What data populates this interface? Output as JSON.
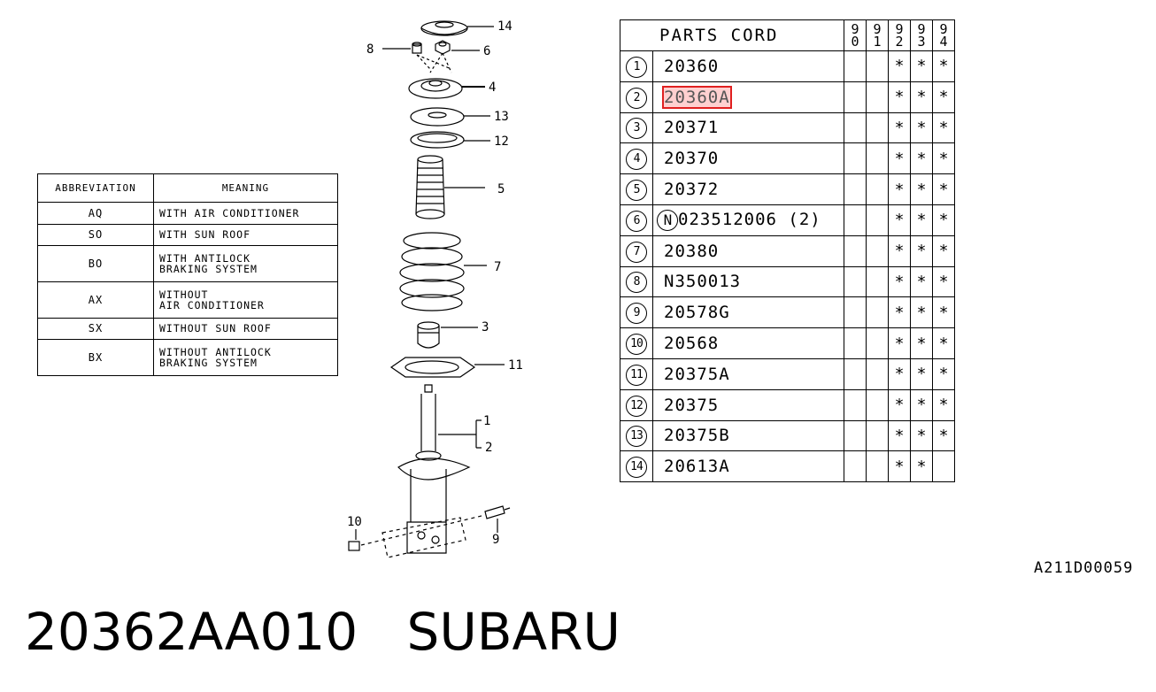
{
  "abbreviation_table": {
    "headers": [
      "ABBREVIATION",
      "MEANING"
    ],
    "rows": [
      {
        "code": "AQ",
        "meaning": "WITH AIR CONDITIONER"
      },
      {
        "code": "SO",
        "meaning": "WITH SUN ROOF"
      },
      {
        "code": "BO",
        "meaning": "WITH ANTILOCK\nBRAKING SYSTEM"
      },
      {
        "code": "AX",
        "meaning": "WITHOUT\nAIR CONDITIONER"
      },
      {
        "code": "SX",
        "meaning": "WITHOUT SUN ROOF"
      },
      {
        "code": "BX",
        "meaning": "WITHOUT ANTILOCK\nBRAKING SYSTEM"
      }
    ]
  },
  "parts_table": {
    "title": "PARTS CORD",
    "years": [
      "90",
      "91",
      "92",
      "93",
      "94"
    ],
    "rows": [
      {
        "no": "1",
        "code": "20360",
        "marks": [
          "",
          "",
          "*",
          "*",
          "*"
        ]
      },
      {
        "no": "2",
        "code": "20360A",
        "marks": [
          "",
          "",
          "*",
          "*",
          "*"
        ],
        "highlighted": true
      },
      {
        "no": "3",
        "code": "20371",
        "marks": [
          "",
          "",
          "*",
          "*",
          "*"
        ]
      },
      {
        "no": "4",
        "code": "20370",
        "marks": [
          "",
          "",
          "*",
          "*",
          "*"
        ]
      },
      {
        "no": "5",
        "code": "20372",
        "marks": [
          "",
          "",
          "*",
          "*",
          "*"
        ]
      },
      {
        "no": "6",
        "code": "023512006 (2)",
        "prefix": "N",
        "marks": [
          "",
          "",
          "*",
          "*",
          "*"
        ]
      },
      {
        "no": "7",
        "code": "20380",
        "marks": [
          "",
          "",
          "*",
          "*",
          "*"
        ]
      },
      {
        "no": "8",
        "code": "N350013",
        "marks": [
          "",
          "",
          "*",
          "*",
          "*"
        ]
      },
      {
        "no": "9",
        "code": "20578G",
        "marks": [
          "",
          "",
          "*",
          "*",
          "*"
        ]
      },
      {
        "no": "10",
        "code": "20568",
        "marks": [
          "",
          "",
          "*",
          "*",
          "*"
        ]
      },
      {
        "no": "11",
        "code": "20375A",
        "marks": [
          "",
          "",
          "*",
          "*",
          "*"
        ]
      },
      {
        "no": "12",
        "code": "20375",
        "marks": [
          "",
          "",
          "*",
          "*",
          "*"
        ]
      },
      {
        "no": "13",
        "code": "20375B",
        "marks": [
          "",
          "",
          "*",
          "*",
          "*"
        ]
      },
      {
        "no": "14",
        "code": "20613A",
        "marks": [
          "",
          "",
          "*",
          "*",
          ""
        ]
      }
    ],
    "highlight_color": "#e02020"
  },
  "diagram": {
    "callouts": [
      "14",
      "8",
      "6",
      "4",
      "13",
      "12",
      "5",
      "7",
      "3",
      "11",
      "1",
      "2",
      "10",
      "9"
    ]
  },
  "reference_code": "A211D00059",
  "caption": {
    "part_number": "20362AA010",
    "brand": "SUBARU"
  }
}
